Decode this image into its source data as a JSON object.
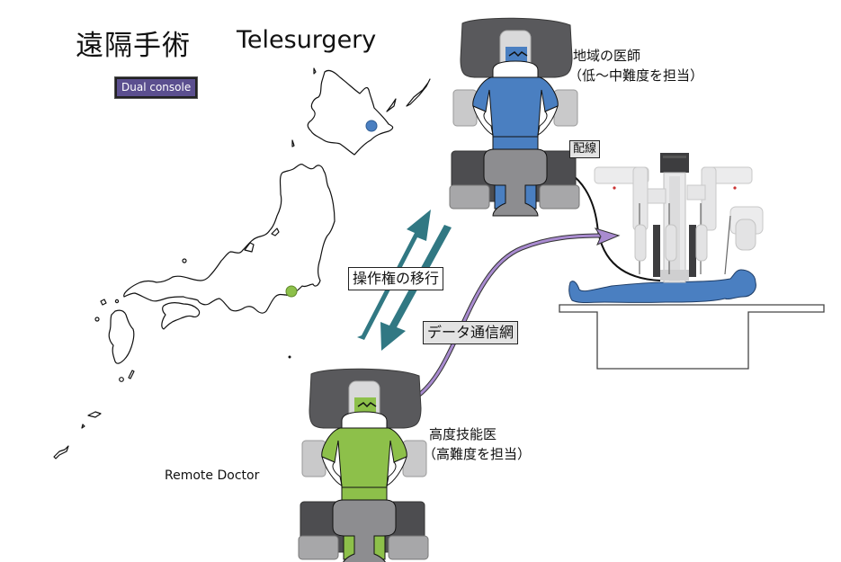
{
  "title": {
    "japanese": "遠隔手術",
    "english": "Telesurgery"
  },
  "badge": {
    "label": "Dual console",
    "color": "#5b4f8f"
  },
  "labels": {
    "local_doctor": "地域の医師",
    "local_doctor_role": "（低～中難度を担当）",
    "expert_doctor": "高度技能医",
    "expert_doctor_role": "（高難度を担当）",
    "remote_doctor": "Remote Doctor",
    "control_transfer": "操作権の移行",
    "data_network": "データ通信網",
    "wiring": "配線"
  },
  "map": {
    "locations": [
      {
        "name": "hokkaido-site",
        "role": "local doctor",
        "color": "#4a7fc1"
      },
      {
        "name": "tokyo-site",
        "role": "expert doctor",
        "color": "#8dc04a"
      }
    ]
  },
  "colors": {
    "local_scrubs": "#4a7fc1",
    "expert_scrubs": "#8dc04a",
    "arrow_teal": "#317883",
    "network_purple": "#a98bd0",
    "patient": "#4a7fc1",
    "console_gray": "#5a5a5c"
  }
}
